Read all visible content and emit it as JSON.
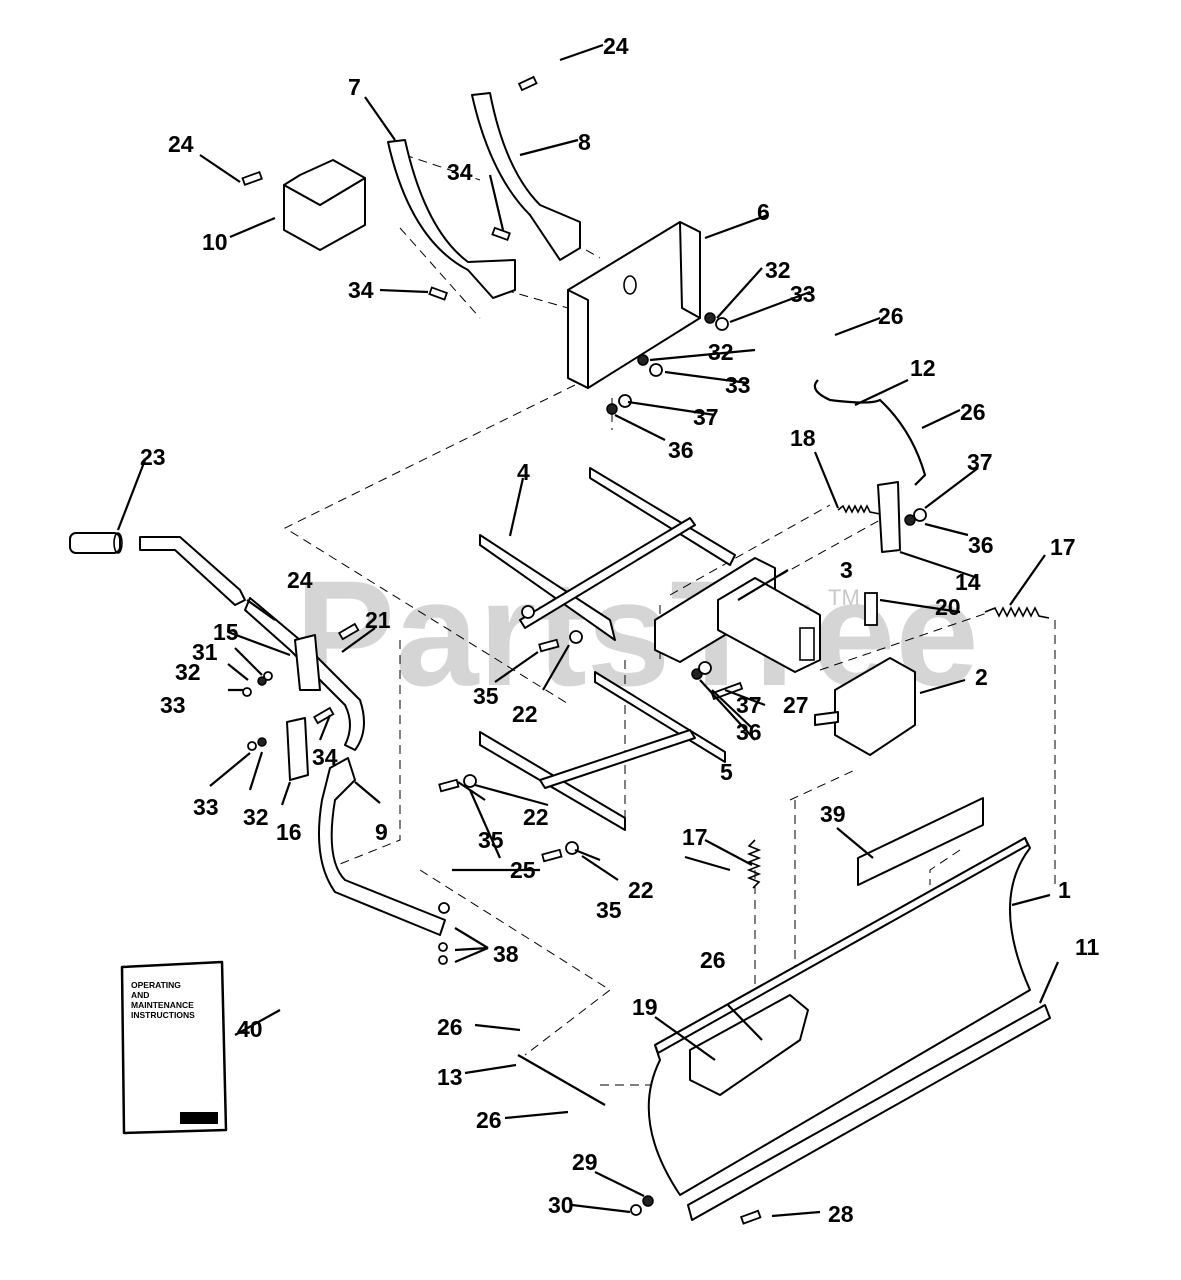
{
  "diagram": {
    "type": "exploded-parts-diagram",
    "watermark": {
      "text": "PartsTree",
      "trademark": "TM",
      "color": "#c8c8c8"
    },
    "manual": {
      "title_lines": [
        "OPERATING",
        "AND",
        "MAINTENANCE",
        "INSTRUCTIONS"
      ]
    },
    "callouts": [
      {
        "id": "c1",
        "label": "1"
      },
      {
        "id": "c2",
        "label": "2"
      },
      {
        "id": "c3",
        "label": "3"
      },
      {
        "id": "c4",
        "label": "4"
      },
      {
        "id": "c5",
        "label": "5"
      },
      {
        "id": "c6",
        "label": "6"
      },
      {
        "id": "c7",
        "label": "7"
      },
      {
        "id": "c8",
        "label": "8"
      },
      {
        "id": "c9",
        "label": "9"
      },
      {
        "id": "c10",
        "label": "10"
      },
      {
        "id": "c11",
        "label": "11"
      },
      {
        "id": "c12",
        "label": "12"
      },
      {
        "id": "c13",
        "label": "13"
      },
      {
        "id": "c14",
        "label": "14"
      },
      {
        "id": "c15",
        "label": "15"
      },
      {
        "id": "c16",
        "label": "16"
      },
      {
        "id": "c17a",
        "label": "17"
      },
      {
        "id": "c17b",
        "label": "17"
      },
      {
        "id": "c18",
        "label": "18"
      },
      {
        "id": "c19",
        "label": "19"
      },
      {
        "id": "c20",
        "label": "20"
      },
      {
        "id": "c21",
        "label": "21"
      },
      {
        "id": "c22a",
        "label": "22"
      },
      {
        "id": "c22b",
        "label": "22"
      },
      {
        "id": "c22c",
        "label": "22"
      },
      {
        "id": "c23",
        "label": "23"
      },
      {
        "id": "c24a",
        "label": "24"
      },
      {
        "id": "c24b",
        "label": "24"
      },
      {
        "id": "c24c",
        "label": "24"
      },
      {
        "id": "c25",
        "label": "25"
      },
      {
        "id": "c26a",
        "label": "26"
      },
      {
        "id": "c26b",
        "label": "26"
      },
      {
        "id": "c26c",
        "label": "26"
      },
      {
        "id": "c26d",
        "label": "26"
      },
      {
        "id": "c26e",
        "label": "26"
      },
      {
        "id": "c27",
        "label": "27"
      },
      {
        "id": "c28",
        "label": "28"
      },
      {
        "id": "c29",
        "label": "29"
      },
      {
        "id": "c30",
        "label": "30"
      },
      {
        "id": "c31",
        "label": "31"
      },
      {
        "id": "c32a",
        "label": "32"
      },
      {
        "id": "c32b",
        "label": "32"
      },
      {
        "id": "c32c",
        "label": "32"
      },
      {
        "id": "c32d",
        "label": "32"
      },
      {
        "id": "c33a",
        "label": "33"
      },
      {
        "id": "c33b",
        "label": "33"
      },
      {
        "id": "c33c",
        "label": "33"
      },
      {
        "id": "c33d",
        "label": "33"
      },
      {
        "id": "c34a",
        "label": "34"
      },
      {
        "id": "c34b",
        "label": "34"
      },
      {
        "id": "c34c",
        "label": "34"
      },
      {
        "id": "c35a",
        "label": "35"
      },
      {
        "id": "c35b",
        "label": "35"
      },
      {
        "id": "c35c",
        "label": "35"
      },
      {
        "id": "c36a",
        "label": "36"
      },
      {
        "id": "c36b",
        "label": "36"
      },
      {
        "id": "c36c",
        "label": "36"
      },
      {
        "id": "c37a",
        "label": "37"
      },
      {
        "id": "c37b",
        "label": "37"
      },
      {
        "id": "c37c",
        "label": "37"
      },
      {
        "id": "c38",
        "label": "38"
      },
      {
        "id": "c39",
        "label": "39"
      },
      {
        "id": "c40",
        "label": "40"
      }
    ]
  }
}
